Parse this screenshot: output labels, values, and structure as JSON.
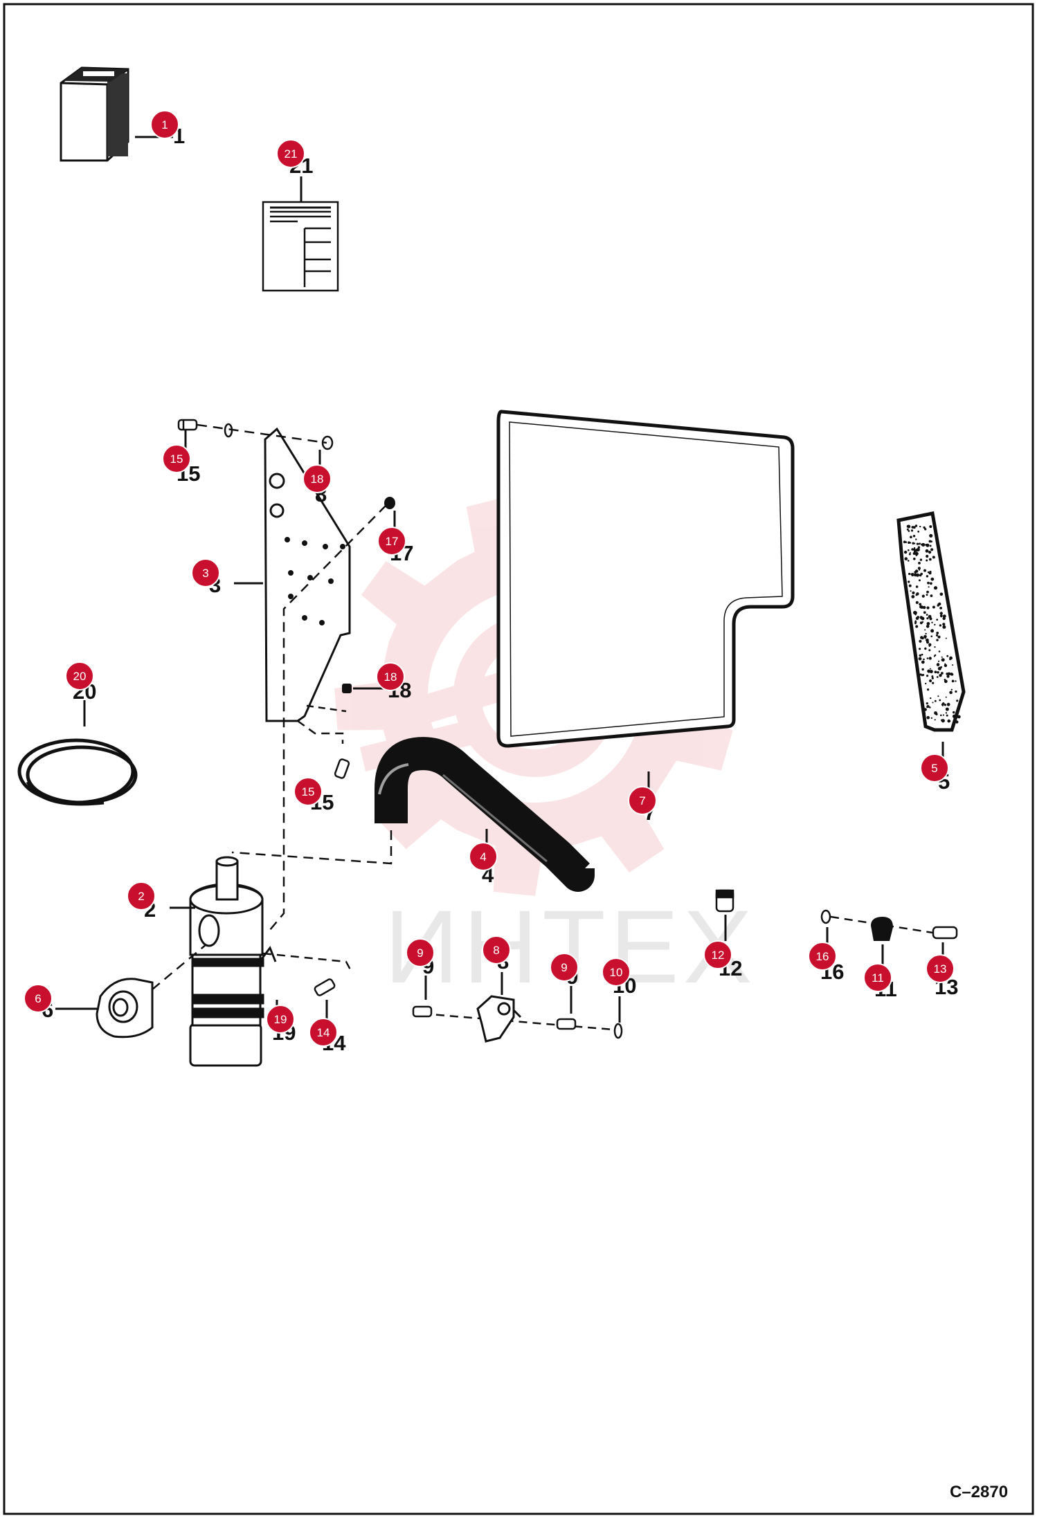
{
  "watermark": {
    "text": "ИНТЕХ",
    "gear_color": "#f6cdd0"
  },
  "figure_code": "C–2870",
  "callout_color": "#c8102e",
  "callouts": [
    {
      "id": "1",
      "label": "1"
    },
    {
      "id": "2",
      "label": "2"
    },
    {
      "id": "3",
      "label": "3"
    },
    {
      "id": "4",
      "label": "4"
    },
    {
      "id": "5",
      "label": "5"
    },
    {
      "id": "6",
      "label": "6"
    },
    {
      "id": "7",
      "label": "7"
    },
    {
      "id": "8a",
      "label": "8"
    },
    {
      "id": "9a",
      "label": "9"
    },
    {
      "id": "8b",
      "label": "8"
    },
    {
      "id": "9b",
      "label": "9"
    },
    {
      "id": "10",
      "label": "10"
    },
    {
      "id": "11",
      "label": "11"
    },
    {
      "id": "12",
      "label": "12"
    },
    {
      "id": "13",
      "label": "13"
    },
    {
      "id": "14",
      "label": "14"
    },
    {
      "id": "15a",
      "label": "15"
    },
    {
      "id": "15b",
      "label": "15"
    },
    {
      "id": "16",
      "label": "16"
    },
    {
      "id": "17",
      "label": "17"
    },
    {
      "id": "18a",
      "label": "18"
    },
    {
      "id": "18b",
      "label": "18"
    },
    {
      "id": "19",
      "label": "19"
    },
    {
      "id": "20",
      "label": "20"
    },
    {
      "id": "21",
      "label": "21"
    }
  ]
}
